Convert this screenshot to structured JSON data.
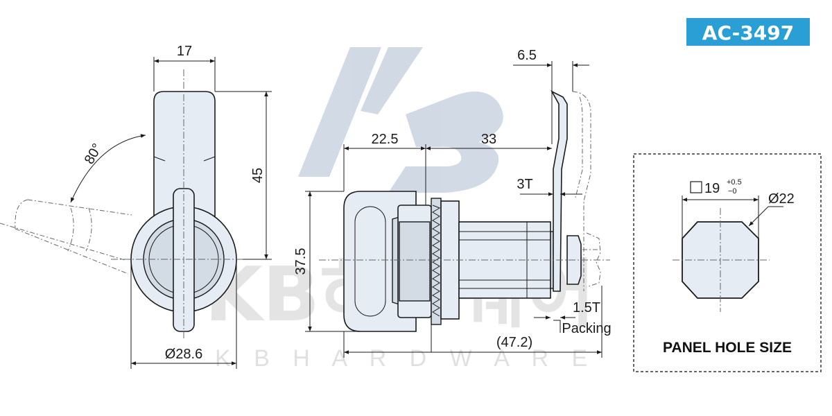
{
  "model_code": "AC-3497",
  "colors": {
    "badge": "#2a9fd6",
    "line": "#1a1a1a",
    "part_fill": "#e6ecf3",
    "watermark": "#c9d3e0"
  },
  "watermark": {
    "main": "KB하드웨어",
    "sub": "K B   H A R D W A R E"
  },
  "front_view": {
    "width_top": "17",
    "height": "45",
    "angle": "80°",
    "diameter": "Ø28.6"
  },
  "side_view": {
    "body_length": "22.5",
    "shaft_length": "33",
    "cam_offset": "6.5",
    "cam_thickness": "3T",
    "body_height": "37.5",
    "packing_thickness": "1.5T",
    "packing_label": "Packing",
    "overall_length": "(47.2)"
  },
  "panel_hole": {
    "square_label": "19",
    "tol_upper": "+0.5",
    "tol_lower": "−0",
    "diameter": "Ø22",
    "title": "PANEL HOLE SIZE"
  }
}
